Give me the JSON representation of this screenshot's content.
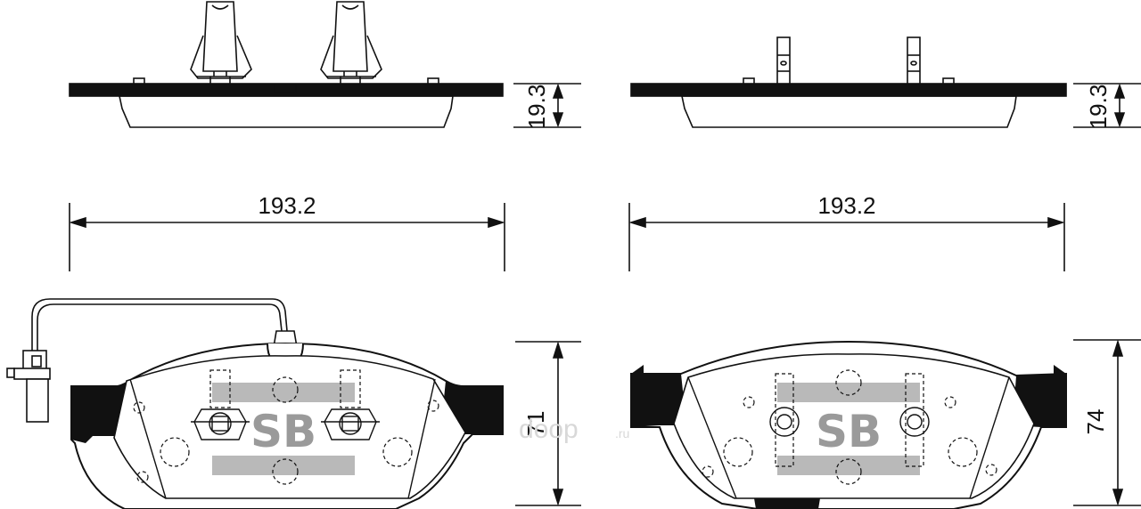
{
  "dimensions": {
    "left_thickness": "19.3",
    "right_thickness": "19.3",
    "left_width": "193.2",
    "right_width": "193.2",
    "left_height": "71",
    "right_height": "74"
  },
  "logo": {
    "left": "SB",
    "right": "SB"
  },
  "watermark": {
    "main": "doop",
    "suffix": ".ru"
  },
  "colors": {
    "ink": "#111111",
    "band": "#b9b9b9",
    "logo": "#9a9a9a",
    "watermark": "#d8d8d8"
  }
}
